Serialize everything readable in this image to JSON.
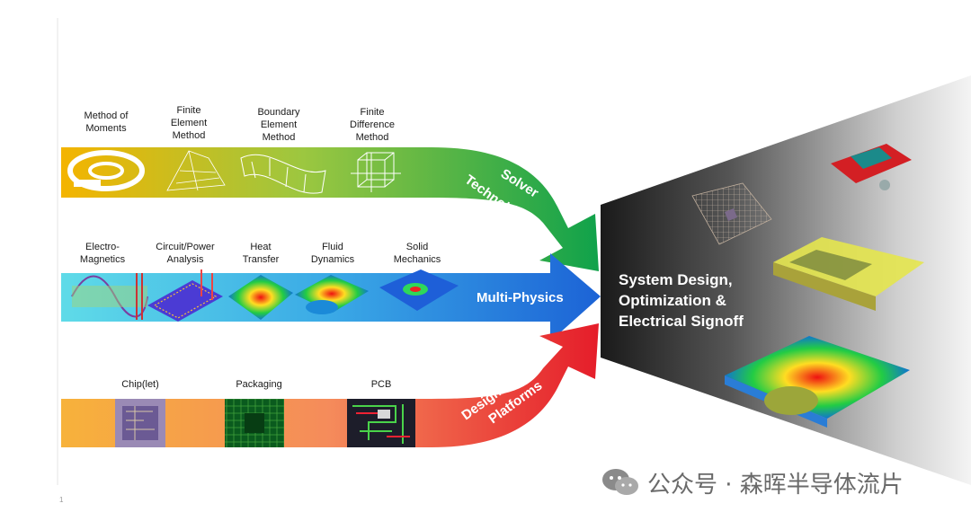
{
  "solver": {
    "labels": [
      "Method of\nMoments",
      "Finite\nElement\nMethod",
      "Boundary\nElement\nMethod",
      "Finite\nDifference\nMethod"
    ],
    "arrow_text_1": "Solver",
    "arrow_text_2": "Technologies"
  },
  "physics": {
    "labels": [
      "Electro-\nMagnetics",
      "Circuit/Power\nAnalysis",
      "Heat\nTransfer",
      "Fluid\nDynamics",
      "Solid\nMechanics"
    ],
    "arrow_text": "Multi-Physics"
  },
  "design": {
    "labels": [
      "Chip(let)",
      "Packaging",
      "PCB"
    ],
    "arrow_text_1": "Design/Layout",
    "arrow_text_2": "Platforms"
  },
  "center_text": "System Design,\nOptimization &\nElectrical Signoff",
  "watermark": "公众号 · 森晖半导体流片",
  "page_number": "1",
  "colors": {
    "green": "#1fa64a",
    "yellow": "#f4b400",
    "blue": "#1e6fd9",
    "cyan": "#4fd0e8",
    "red": "#e8202a",
    "orange": "#f7a24b"
  }
}
